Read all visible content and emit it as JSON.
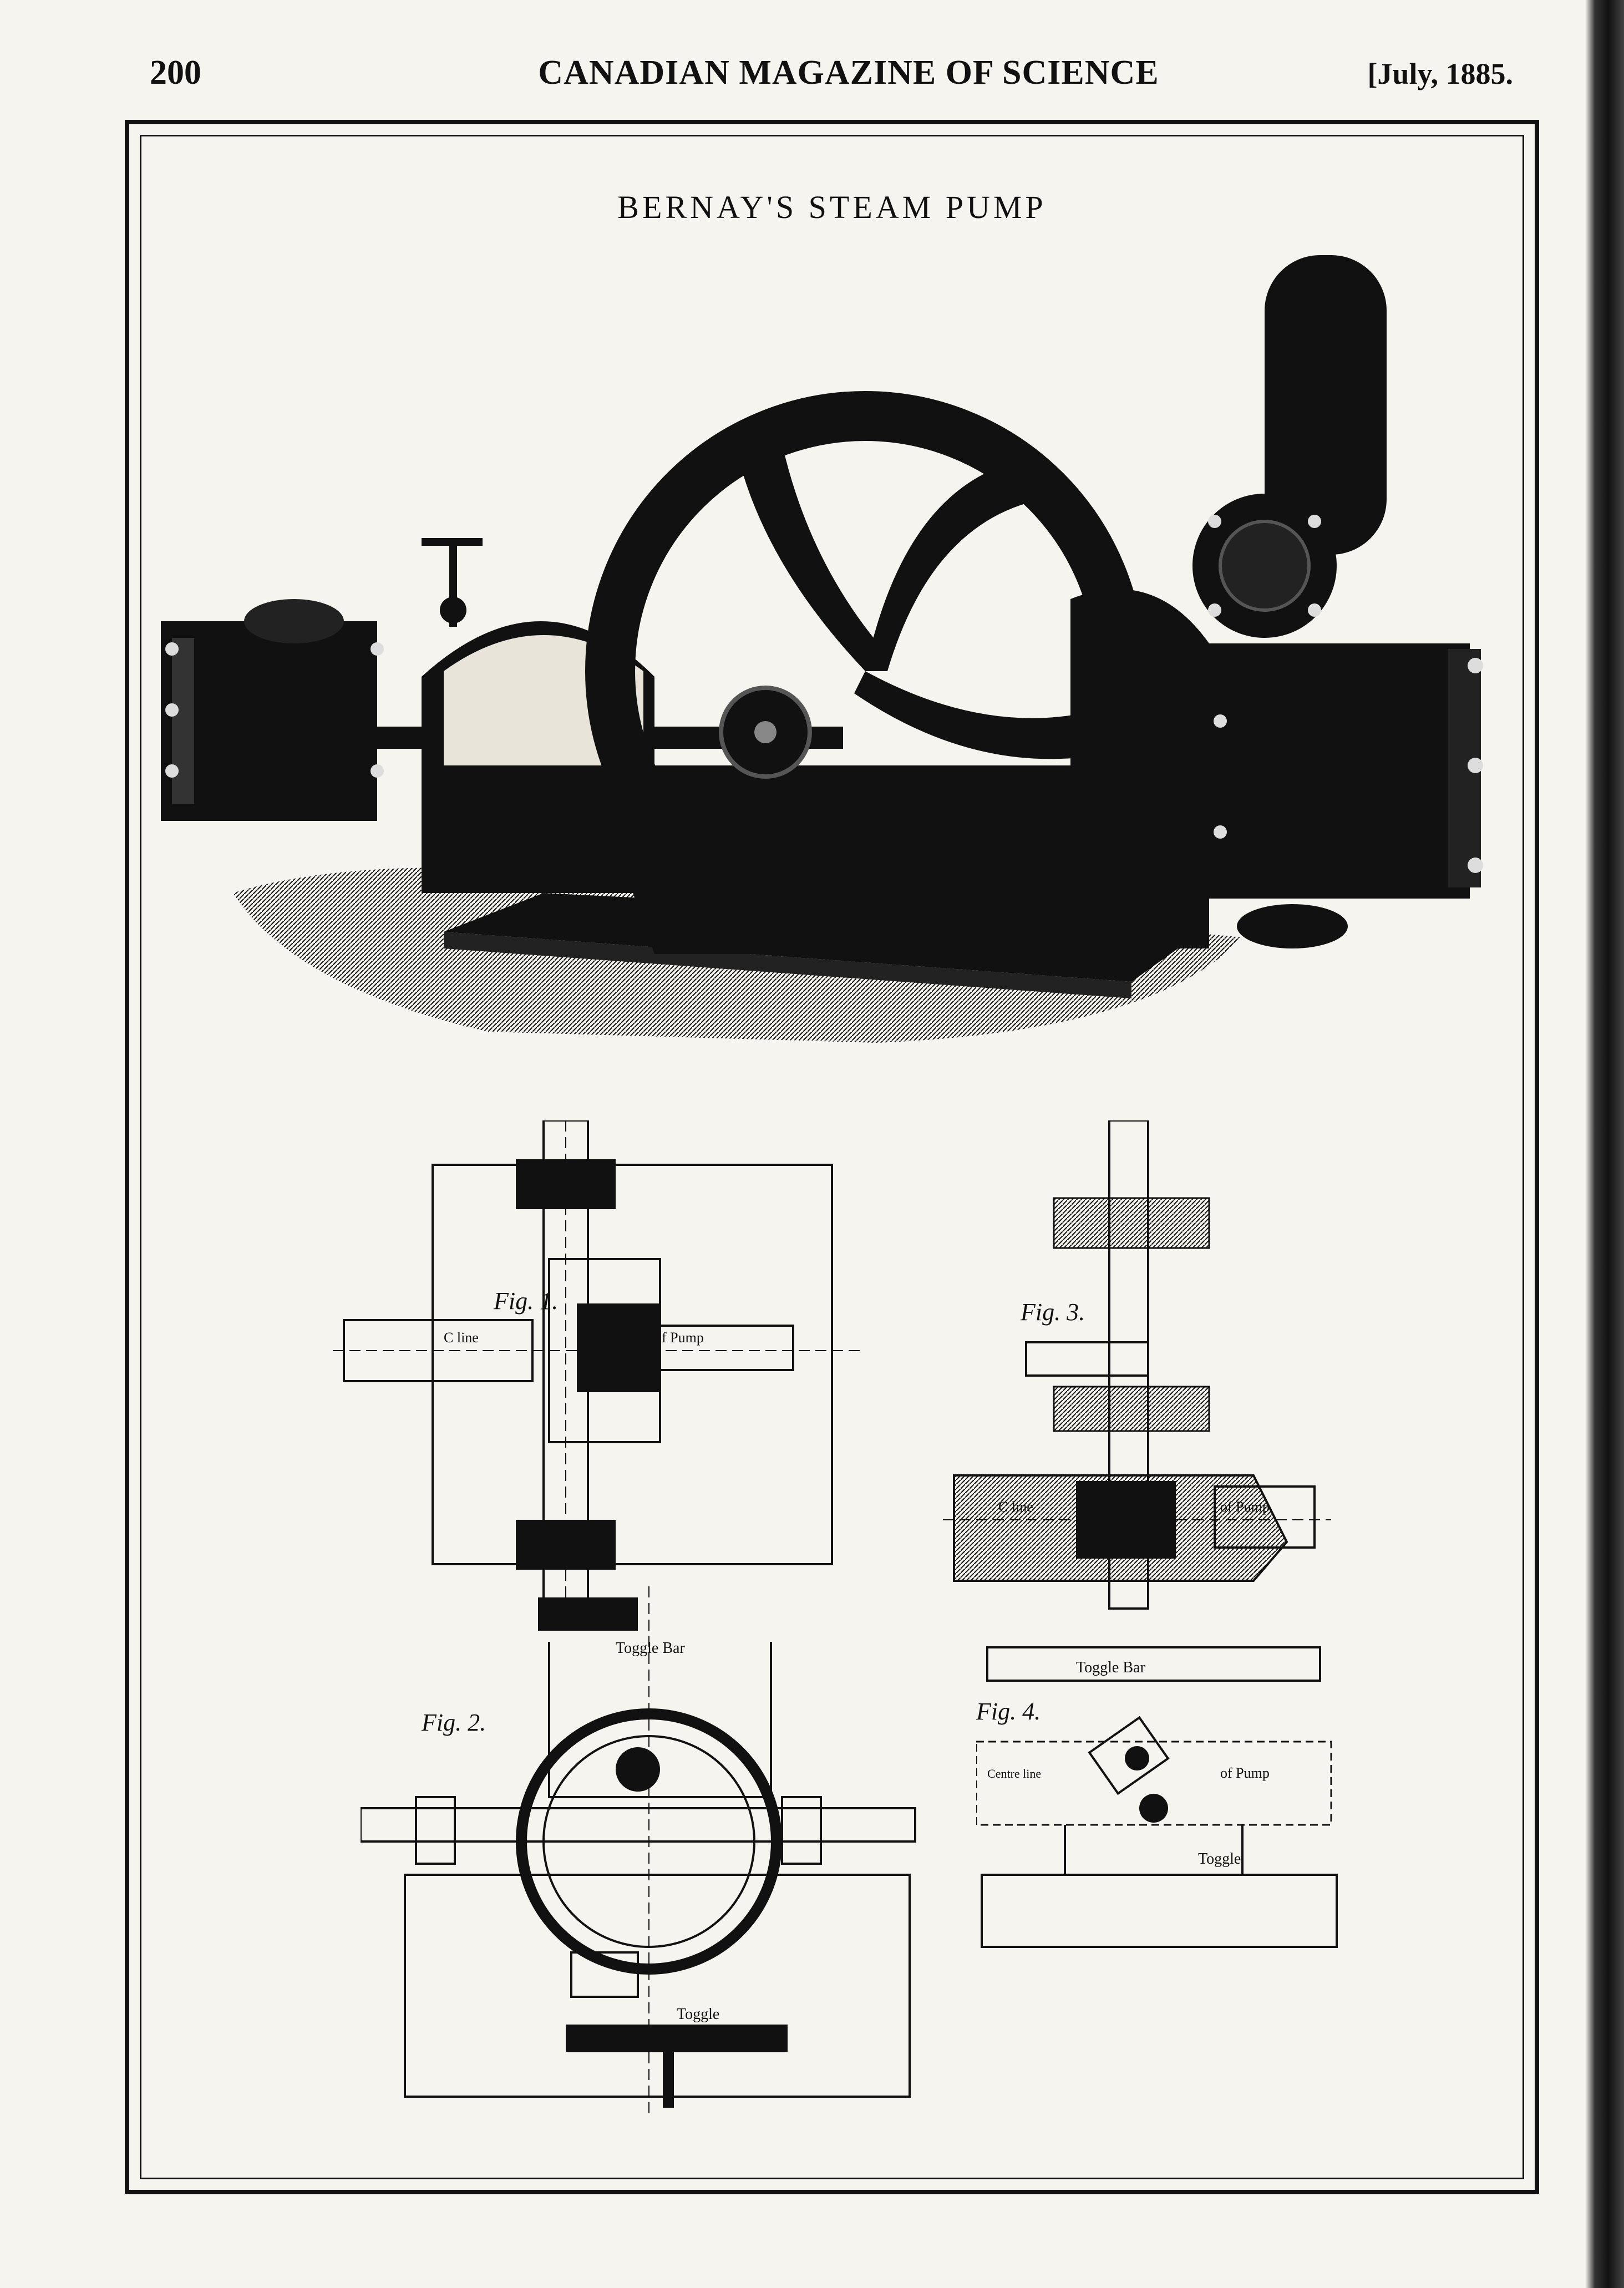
{
  "header": {
    "page_number": "200",
    "running_head": "CANADIAN MAGAZINE OF SCIENCE",
    "date": "[July, 1885."
  },
  "plate": {
    "title": "BERNAY'S STEAM PUMP"
  },
  "figures": {
    "fig1": {
      "label": "Fig. 1.",
      "c_line": "C line",
      "of_pump": "of Pump"
    },
    "fig2": {
      "label": "Fig. 2.",
      "toggle_bar": "Toggle Bar",
      "toggle": "Toggle"
    },
    "fig3": {
      "label": "Fig. 3.",
      "c_line": "C line",
      "of_pump": "of Pump"
    },
    "fig4": {
      "label": "Fig. 4.",
      "toggle_bar": "Toggle Bar",
      "centre_line": "Centre line",
      "of_pump": "of Pump",
      "toggle": "Toggle"
    }
  },
  "colors": {
    "ink": "#111111",
    "paper": "#f6f4ee"
  }
}
